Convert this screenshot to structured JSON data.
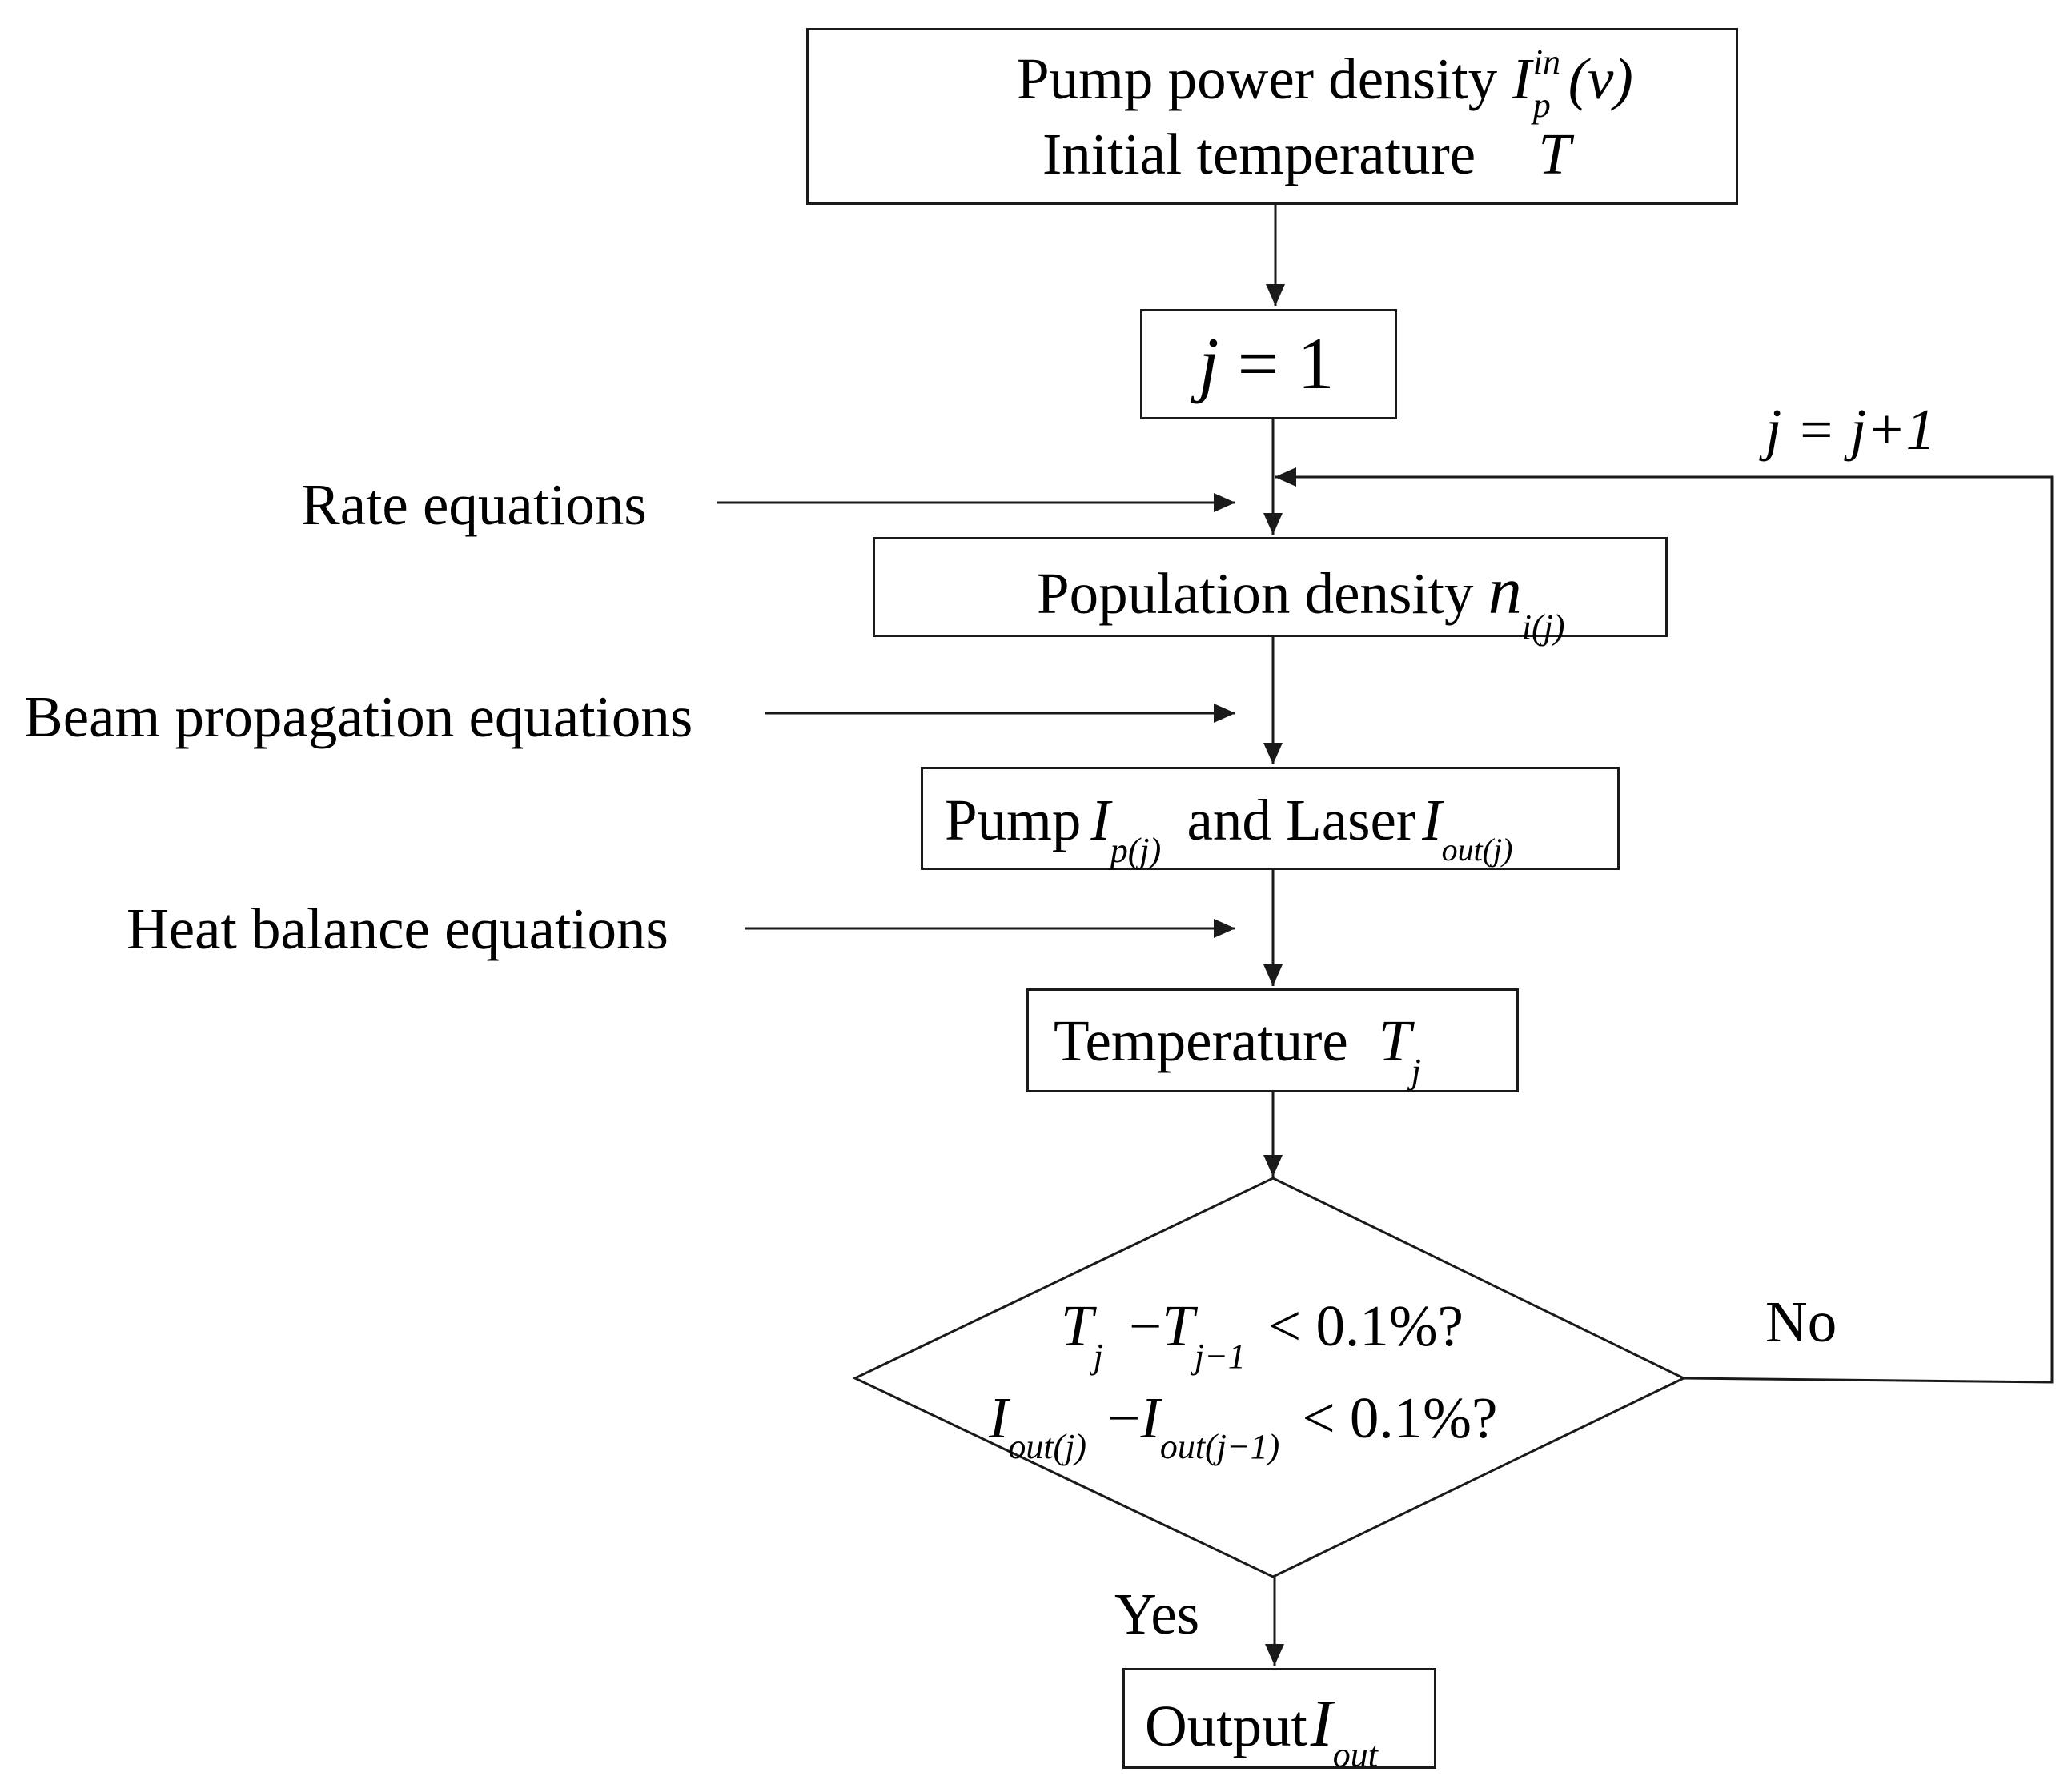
{
  "start": {
    "line1_text": "Pump power density",
    "line1_symbol": "I",
    "line1_symbol_sup": "in",
    "line1_symbol_sub": "p",
    "line1_arg": "(ν)",
    "line2_text": "Initial temperature",
    "line2_symbol": "T"
  },
  "init": {
    "var": "j",
    "op": "=",
    "val": "1"
  },
  "increment": {
    "text": "j = j+1"
  },
  "side_inputs": {
    "rate": "Rate equations",
    "beam": "Beam propagation equations",
    "heat": "Heat balance equations"
  },
  "population": {
    "text": "Population density",
    "symbol": "n",
    "sub": "i(j)"
  },
  "pump_laser": {
    "pump_text": "Pump",
    "pump_symbol": "I",
    "pump_sub": "p(j)",
    "and_text": "and Laser",
    "laser_symbol": "I",
    "laser_sub": "out(j)"
  },
  "temperature": {
    "text": "Temperature",
    "symbol": "T",
    "sub": "j"
  },
  "decision": {
    "cond1_a": "T",
    "cond1_a_sub": "j",
    "cond1_op": "−",
    "cond1_b": "T",
    "cond1_b_sub": "j−1",
    "cond1_rest": "< 0.1%?",
    "cond2_a": "I",
    "cond2_a_sub": "out(j)",
    "cond2_op": "−",
    "cond2_b": "I",
    "cond2_b_sub": "out(j−1)",
    "cond2_rest": "< 0.1%?"
  },
  "branches": {
    "no": "No",
    "yes": "Yes"
  },
  "output": {
    "text": "Output",
    "symbol": "I",
    "sub": "out"
  }
}
